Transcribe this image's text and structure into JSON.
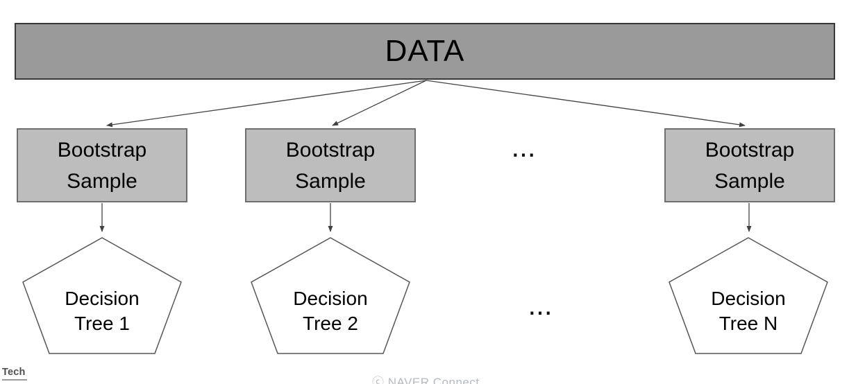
{
  "diagram": {
    "root": {
      "label": "DATA"
    },
    "ellipsis_top": "...",
    "ellipsis_bottom": "...",
    "bootstrap_boxes": [
      {
        "label": "Bootstrap\nSample"
      },
      {
        "label": "Bootstrap\nSample"
      },
      {
        "label": "Bootstrap\nSample"
      }
    ],
    "trees": [
      {
        "label": "Decision\nTree 1"
      },
      {
        "label": "Decision\nTree 2"
      },
      {
        "label": "Decision\nTree N"
      }
    ],
    "colors": {
      "root_fill": "#9a9a9a",
      "root_border": "#383838",
      "box_fill": "#bdbdbd",
      "box_border": "#6e6e6e",
      "pentagon_fill": "#ffffff",
      "pentagon_border": "#565656",
      "arrow": "#424242",
      "logo_color": "#4f4f4f",
      "logo_underline": "#9a9a9a",
      "copyright_color": "#b5bac0"
    }
  },
  "footer": {
    "logo_text": "Tech",
    "copyright": "ⓒ NAVER Connect"
  }
}
